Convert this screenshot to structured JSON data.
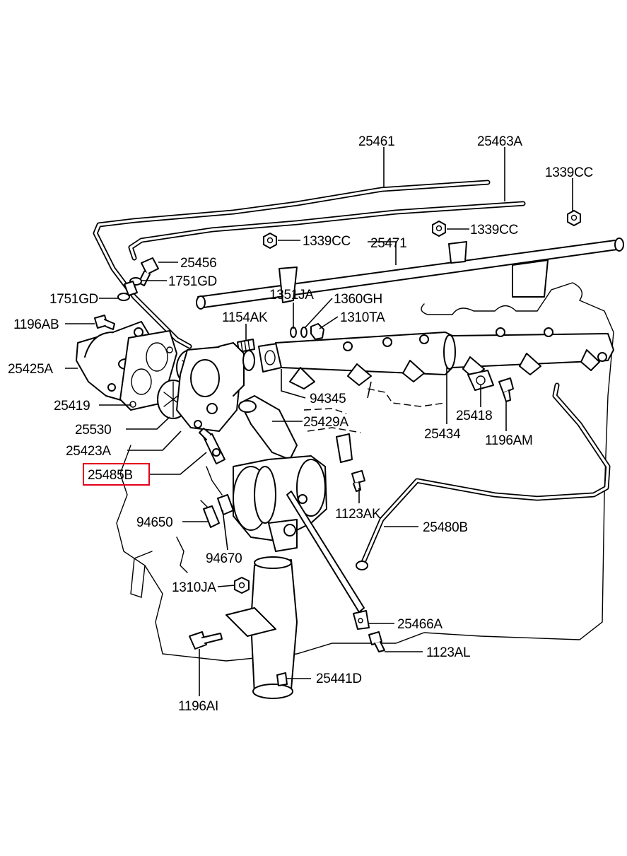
{
  "labels": {
    "p25461": "25461",
    "p25463A": "25463A",
    "p1339CC_top": "1339CC",
    "p1339CC_left": "1339CC",
    "p1339CC_mid": "1339CC",
    "p25471": "25471",
    "p25456": "25456",
    "p1751GD_right": "1751GD",
    "p1751GD_left": "1751GD",
    "p1351JA": "1351JA",
    "p1360GH": "1360GH",
    "p1310TA": "1310TA",
    "p1154AK": "1154AK",
    "p1196AB": "1196AB",
    "p25425A": "25425A",
    "p25419": "25419",
    "p94345": "94345",
    "p25429A": "25429A",
    "p25530": "25530",
    "p25434": "25434",
    "p25418": "25418",
    "p25423A": "25423A",
    "p1196AM": "1196AM",
    "p25485B": "25485B",
    "p1123AK": "1123AK",
    "p94650": "94650",
    "p25480B": "25480B",
    "p94670": "94670",
    "p1310JA": "1310JA",
    "p25466A": "25466A",
    "p1123AL": "1123AL",
    "p25441D": "25441D",
    "p1196AI": "1196AI"
  },
  "highlight": {
    "part": "25485B",
    "color": "#e3001b"
  }
}
